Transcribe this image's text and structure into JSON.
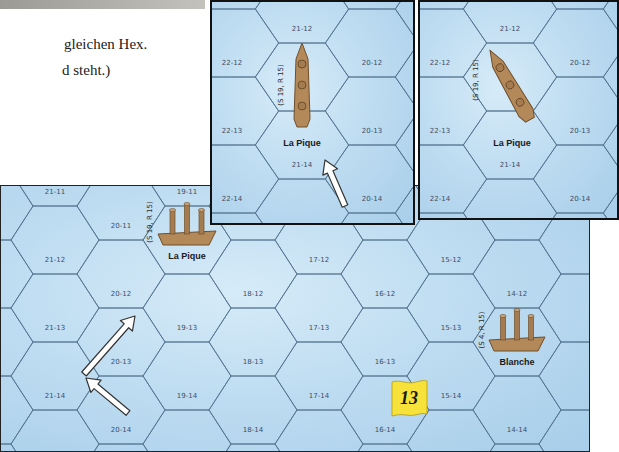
{
  "diagram": {
    "labels": [
      "gleichen Hex.",
      "d steht.)",
      "21-12",
      "22-12",
      "20-12",
      "(S 19, R 15)",
      "22-13",
      "20-13",
      "La Pique",
      "21-14",
      "22-14",
      "20-14",
      "21-12",
      "22-12",
      "20-12",
      "(S 19, R 15)",
      "22-13",
      "20-13",
      "La Pique",
      "21-14",
      "22-14",
      "20-14",
      "21-11",
      "21-12",
      "21-13",
      "21-14",
      "20-11",
      "20-12",
      "20-13",
      "20-14",
      "19-11",
      "19-13",
      "19-14",
      "18-12",
      "18-13",
      "18-14",
      "17-12",
      "17-13",
      "17-14",
      "16-12",
      "16-13",
      "16-14",
      "15-12",
      "15-13",
      "15-14",
      "14-12",
      "14-14",
      "La Pique",
      "(S 19, R 15)",
      "Blanche",
      "(S 4, R 15)",
      "13"
    ]
  }
}
